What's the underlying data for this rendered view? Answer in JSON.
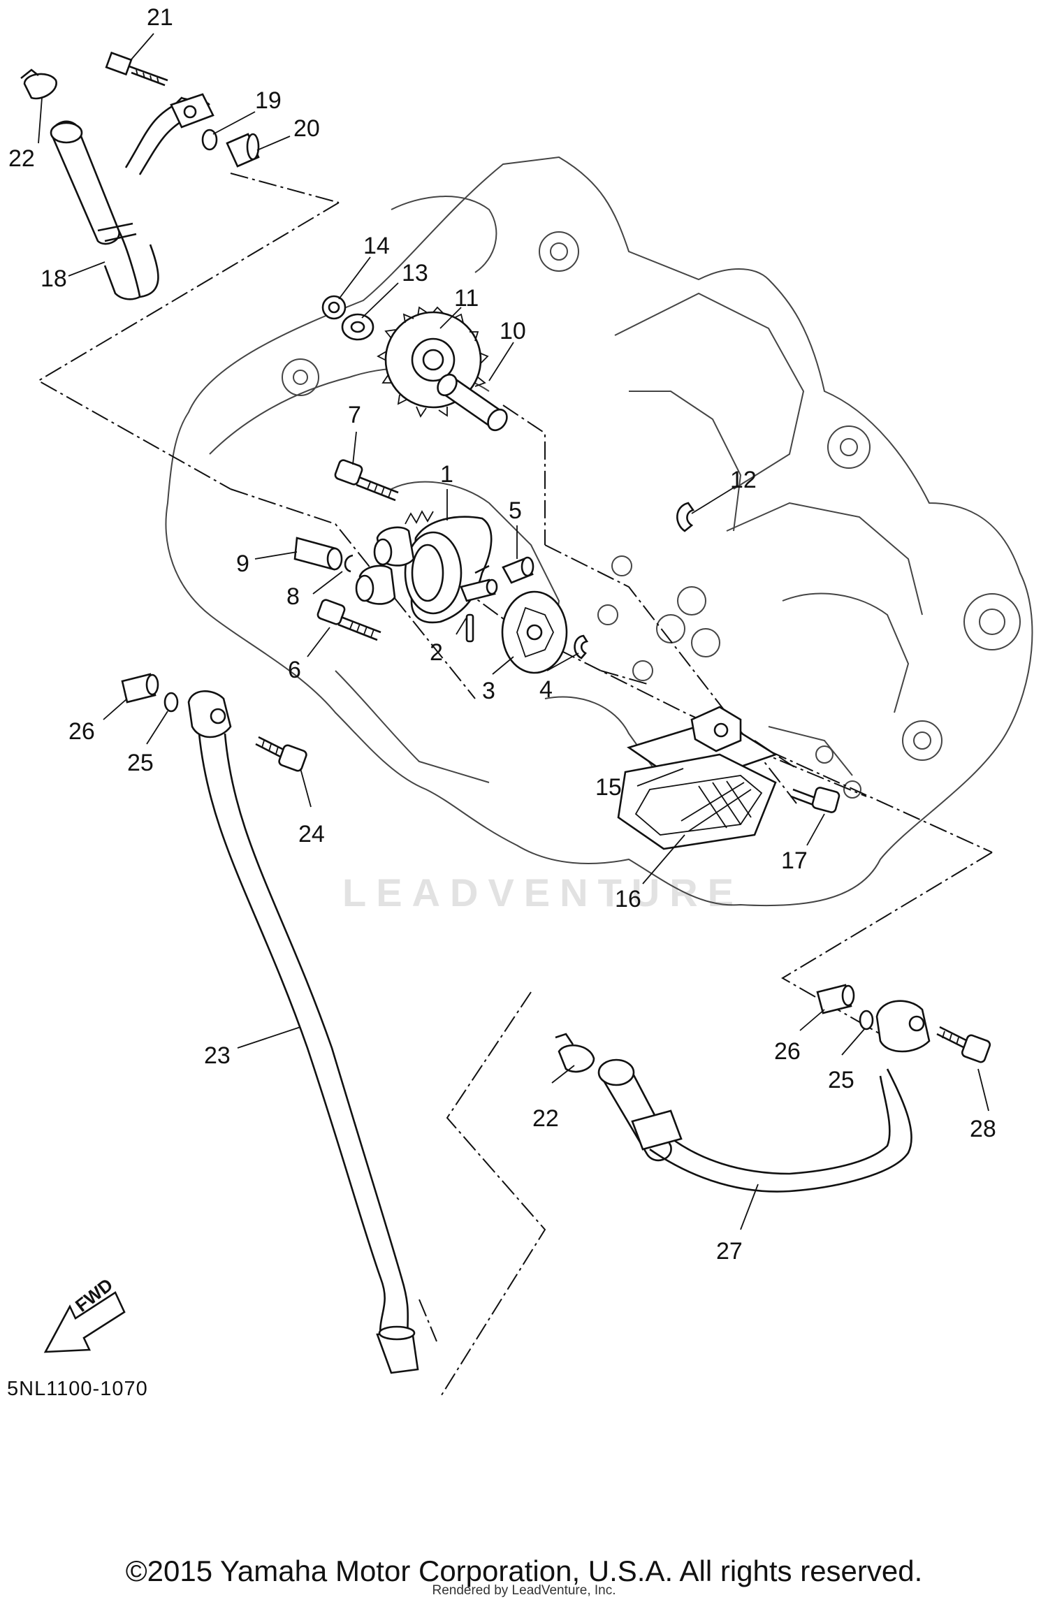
{
  "diagram": {
    "code": "5NL1100-1070",
    "direction_marker": "FWD",
    "watermark": "LEADVENTURE",
    "copyright": "©2015 Yamaha Motor Corporation, U.S.A. All rights reserved.",
    "rendered_by": "Rendered by LeadVenture, Inc."
  },
  "callouts": [
    {
      "number": "1"
    },
    {
      "number": "2"
    },
    {
      "number": "3"
    },
    {
      "number": "4"
    },
    {
      "number": "5"
    },
    {
      "number": "6"
    },
    {
      "number": "7"
    },
    {
      "number": "8"
    },
    {
      "number": "9"
    },
    {
      "number": "10"
    },
    {
      "number": "11"
    },
    {
      "number": "12"
    },
    {
      "number": "13"
    },
    {
      "number": "14"
    },
    {
      "number": "15"
    },
    {
      "number": "16"
    },
    {
      "number": "17"
    },
    {
      "number": "18"
    },
    {
      "number": "19"
    },
    {
      "number": "20"
    },
    {
      "number": "21"
    },
    {
      "number": "22"
    },
    {
      "number": "22"
    },
    {
      "number": "23"
    },
    {
      "number": "24"
    },
    {
      "number": "25"
    },
    {
      "number": "25"
    },
    {
      "number": "26"
    },
    {
      "number": "26"
    },
    {
      "number": "27"
    },
    {
      "number": "28"
    }
  ]
}
